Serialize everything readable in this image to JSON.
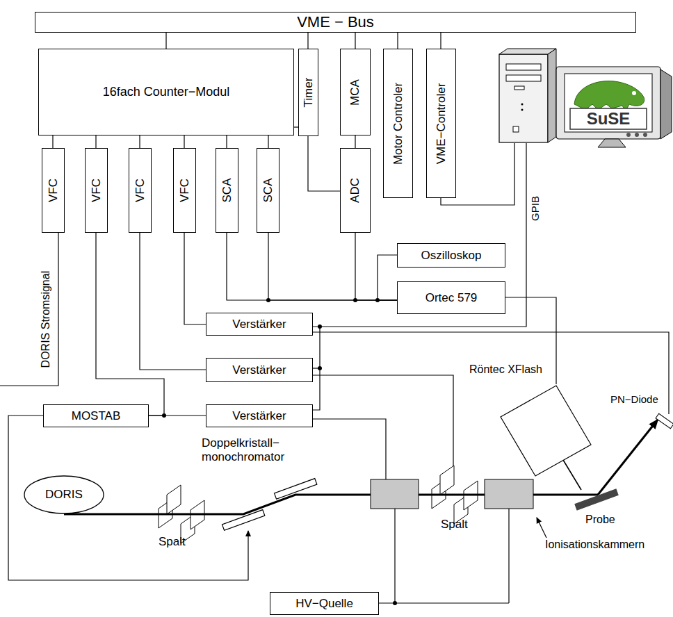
{
  "diagram": {
    "nodes": [
      {
        "text": [
          "VME − Bus"
        ]
      },
      {
        "text": [
          "16fach Counter−Modul"
        ]
      },
      {
        "text": [
          "Timer"
        ]
      },
      {
        "text": [
          "MCA"
        ]
      },
      {
        "text": [
          "Motor Controler"
        ]
      },
      {
        "text": [
          "VME−Controler"
        ]
      },
      {
        "text": [
          "VFC"
        ]
      },
      {
        "text": [
          "VFC"
        ]
      },
      {
        "text": [
          "VFC"
        ]
      },
      {
        "text": [
          "VFC"
        ]
      },
      {
        "text": [
          "SCA"
        ]
      },
      {
        "text": [
          "SCA"
        ]
      },
      {
        "text": [
          "ADC"
        ]
      },
      {
        "text": [
          "Oszilloskop"
        ]
      },
      {
        "text": [
          "Ortec 579"
        ]
      },
      {
        "text": [
          "Verstärker"
        ]
      },
      {
        "text": [
          "Verstärker"
        ]
      },
      {
        "text": [
          "Verstärker"
        ]
      },
      {
        "text": [
          "MOSTAB"
        ]
      },
      {
        "text": [
          "HV−Quelle"
        ]
      },
      {
        "text": [
          "DORIS"
        ]
      },
      {
        "text": [
          "Röntec XFlash"
        ]
      }
    ],
    "edges": [
      {
        "from": 0,
        "to": 1,
        "arrow": "none"
      },
      {
        "from": 0,
        "to": 2,
        "arrow": "none"
      },
      {
        "from": 0,
        "to": 3,
        "arrow": "none"
      },
      {
        "from": 0,
        "to": 4,
        "arrow": "none"
      },
      {
        "from": 0,
        "to": 5,
        "arrow": "none"
      },
      {
        "from": 1,
        "to": 6,
        "arrow": "none"
      },
      {
        "from": 1,
        "to": 7,
        "arrow": "none"
      },
      {
        "from": 1,
        "to": 8,
        "arrow": "none"
      },
      {
        "from": 1,
        "to": 9,
        "arrow": "none"
      },
      {
        "from": 1,
        "to": 10,
        "arrow": "none"
      },
      {
        "from": 1,
        "to": 11,
        "arrow": "none"
      },
      {
        "from": 1,
        "to": 2,
        "arrow": "none"
      },
      {
        "from": 2,
        "to": 12,
        "arrow": "none"
      },
      {
        "from": 3,
        "to": 12,
        "arrow": "none"
      },
      {
        "from": 9,
        "to": 15,
        "arrow": "none"
      },
      {
        "from": 8,
        "to": 16,
        "arrow": "none"
      },
      {
        "from": 7,
        "to": 18,
        "arrow": "none"
      },
      {
        "from": 17,
        "to": 18,
        "arrow": "none"
      },
      {
        "from": 10,
        "to": 14,
        "arrow": "none"
      },
      {
        "from": 11,
        "to": 14,
        "arrow": "none"
      },
      {
        "from": 12,
        "to": 14,
        "arrow": "none"
      },
      {
        "from": 13,
        "to": 14,
        "arrow": "none"
      },
      {
        "from": 14,
        "to": 21,
        "arrow": "none"
      }
    ],
    "labels": [
      "DORIS Stromsignal",
      "GPIB",
      "Doppelkristall− monochromator",
      "Spalt",
      "Spalt",
      "Probe",
      "PN−Diode",
      "Ionisationskammern",
      "SuSE"
    ]
  }
}
